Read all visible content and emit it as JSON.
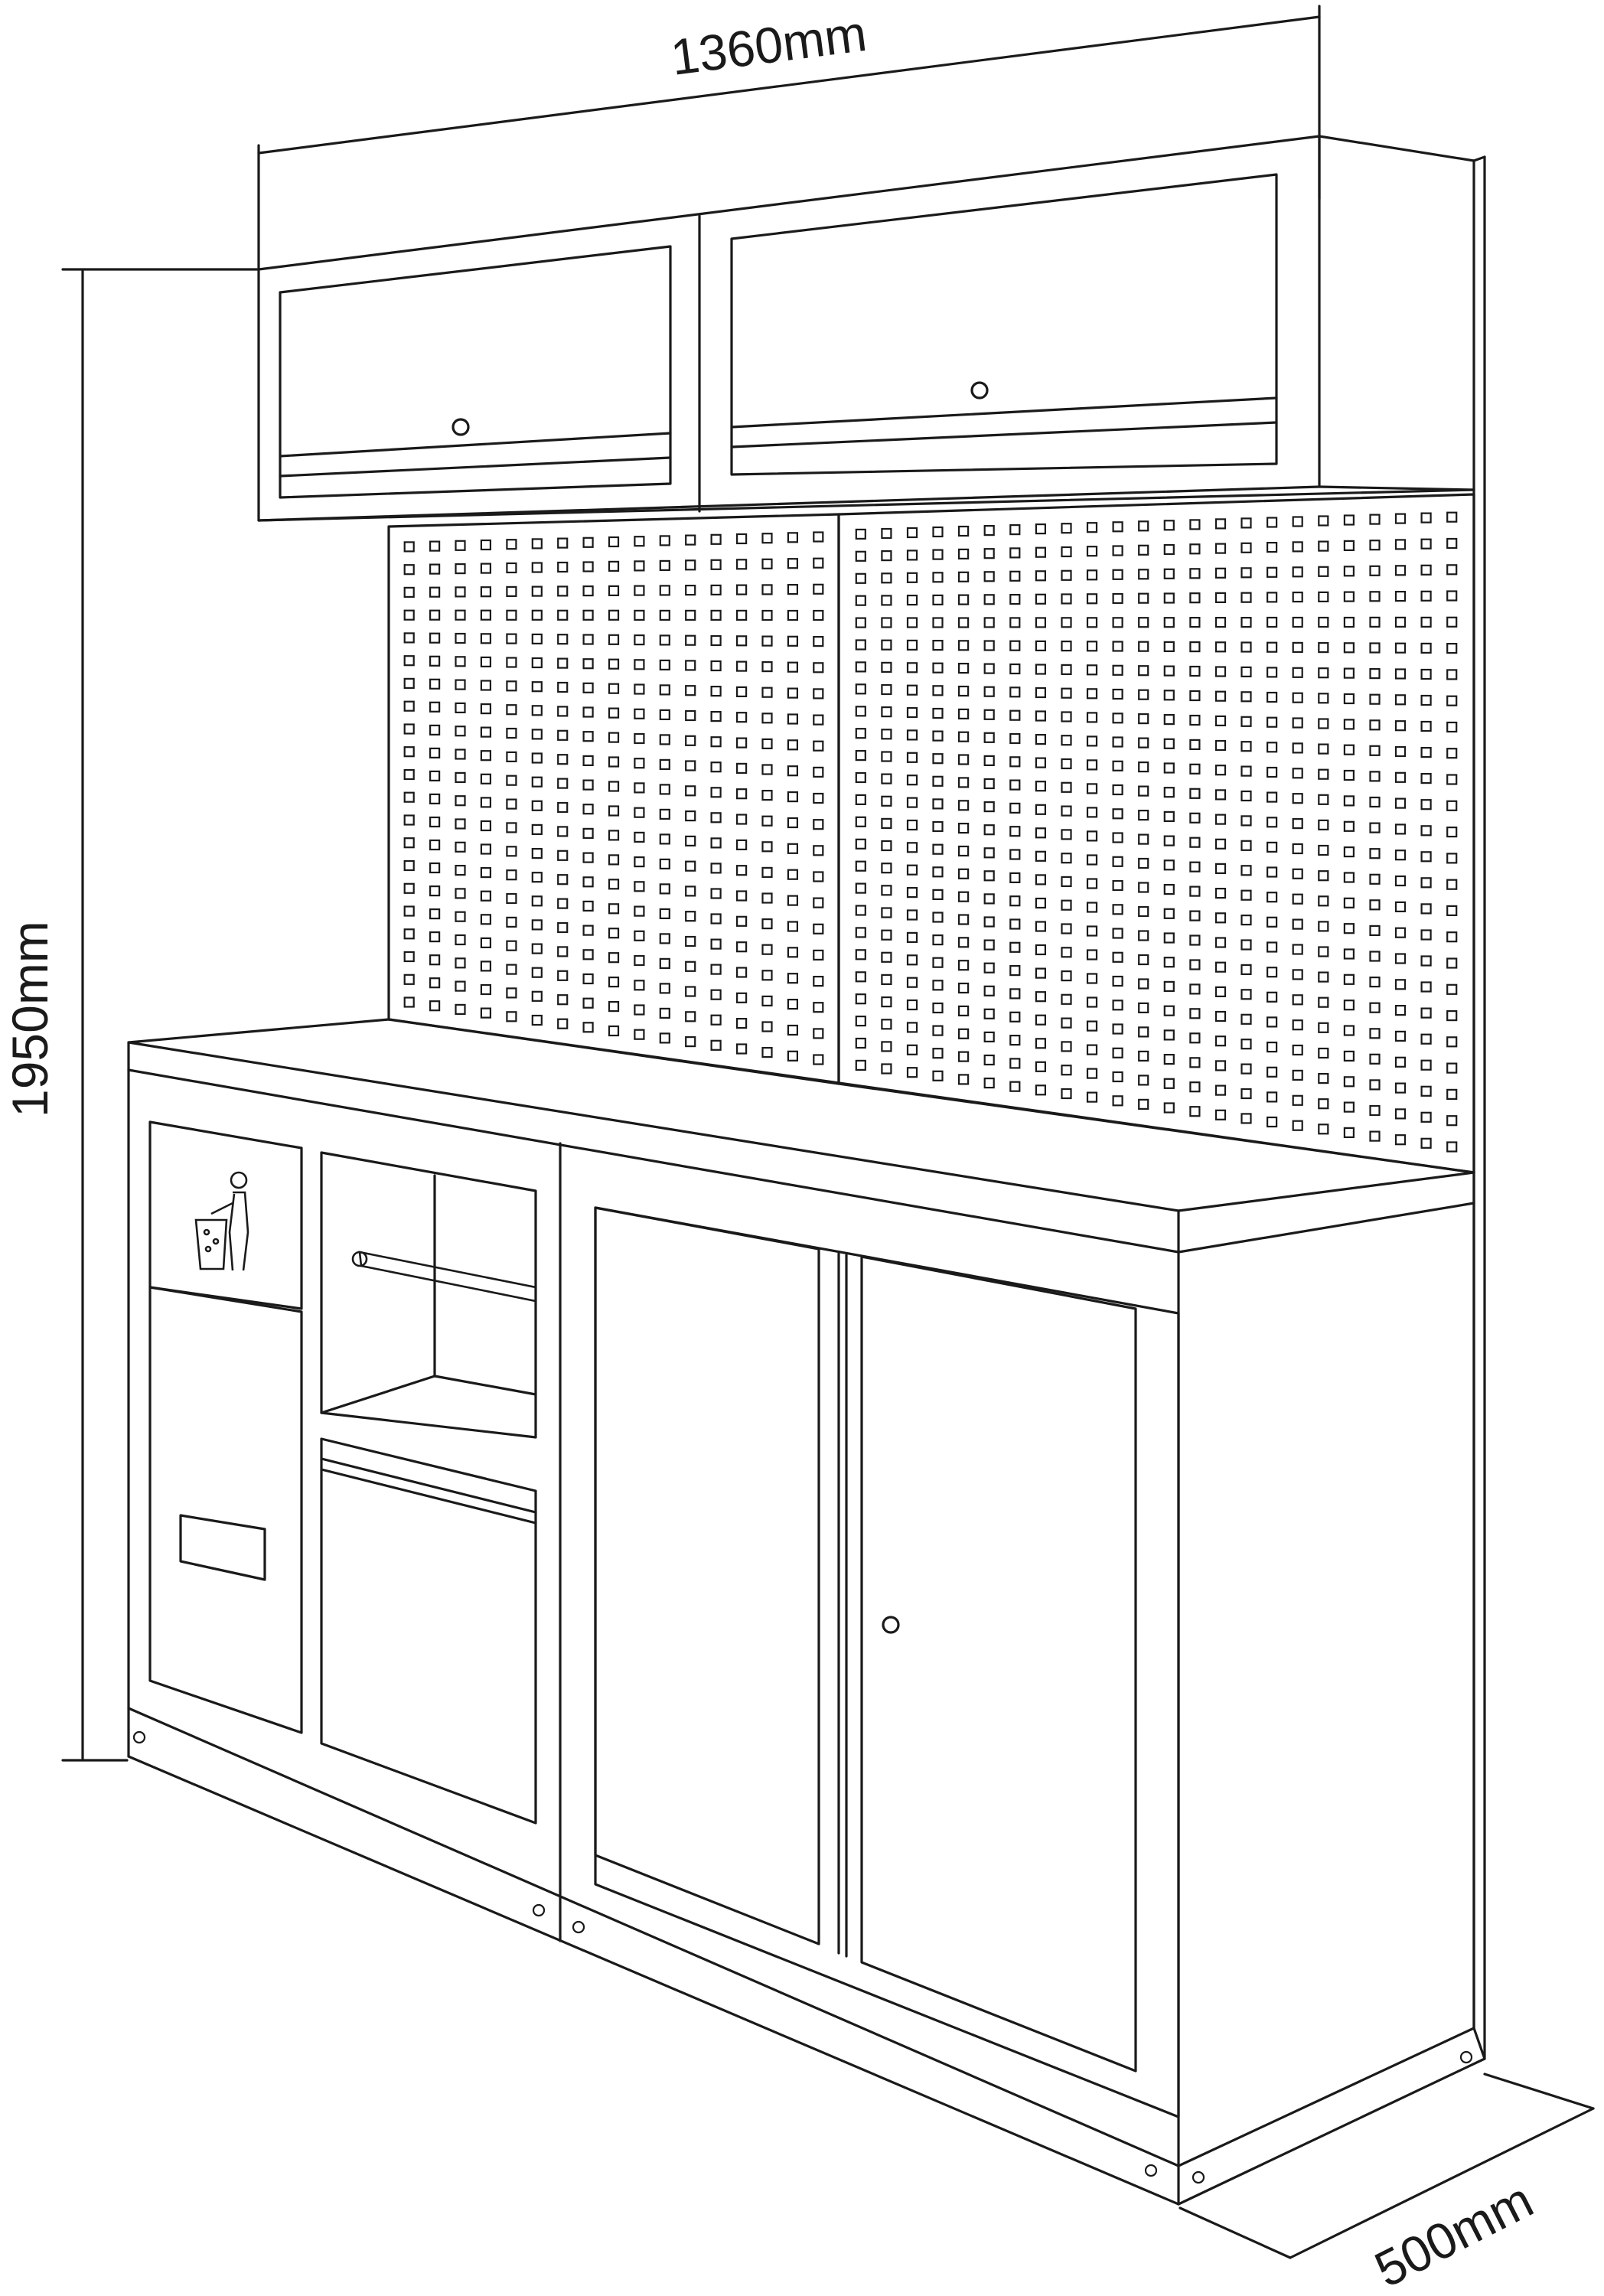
{
  "dimensions": {
    "width": "1360mm",
    "height": "1950mm",
    "depth": "500mm"
  },
  "icons": {
    "waste_bin": "recycle-bin-person-icon"
  },
  "colors": {
    "line": "#1a1a1a",
    "background": "#ffffff"
  }
}
